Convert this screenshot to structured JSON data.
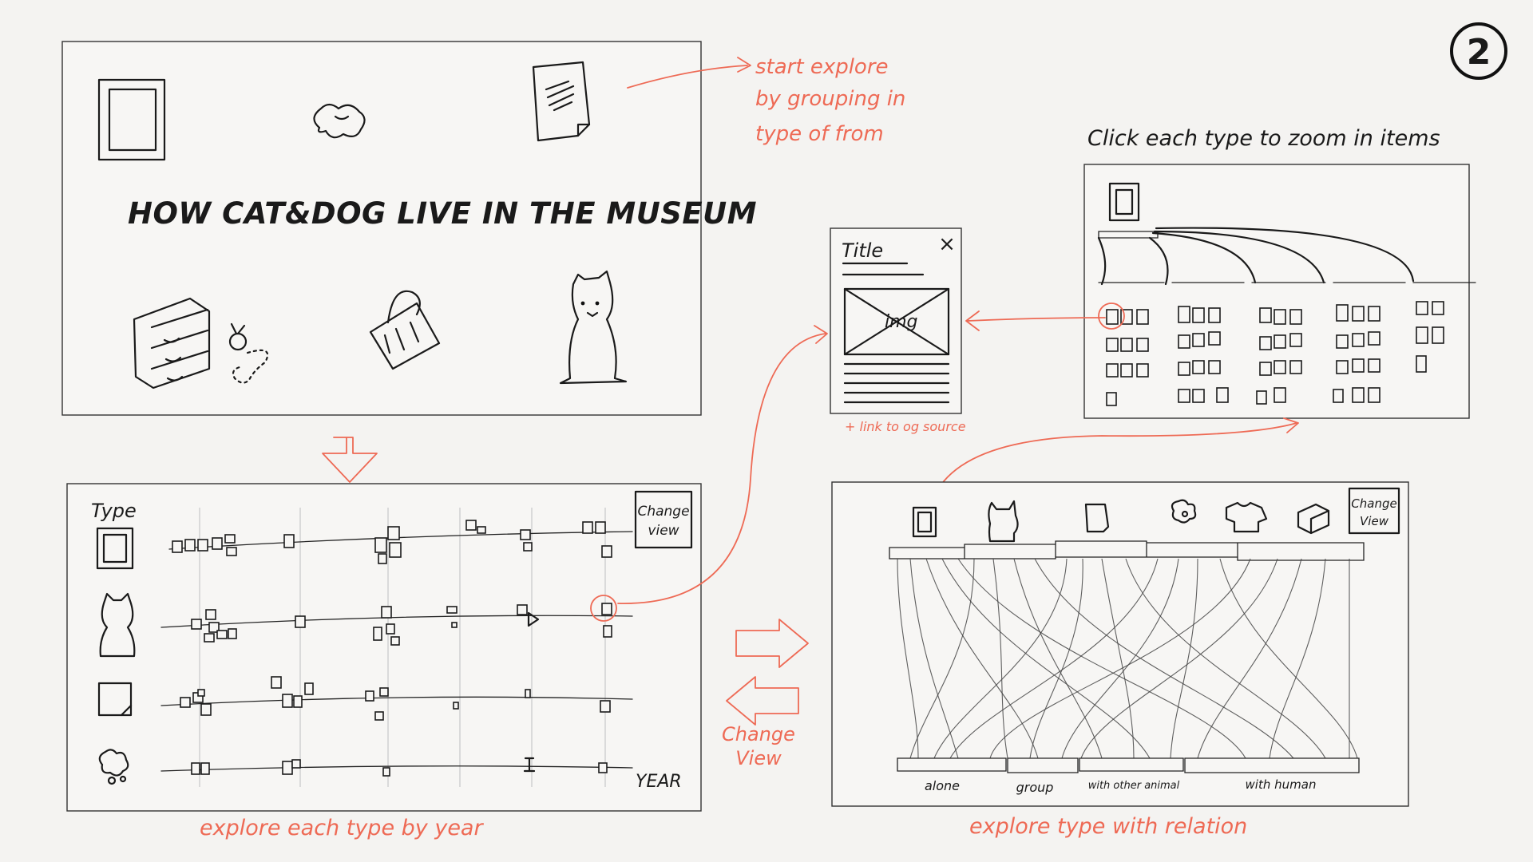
{
  "page_number": "2",
  "landing": {
    "title": "HOW CAT&DOG LIVE IN THE MUSEUM"
  },
  "annotations": {
    "start_explore": [
      "start explore",
      "by grouping in",
      "type of from"
    ],
    "click_type": "Click each type to zoom in items",
    "link_source": "+ link to og source",
    "explore_year": "explore   each type  by  year",
    "explore_relation": "explore  type  with relation",
    "change_view": [
      "Change",
      "View"
    ]
  },
  "detail_card": {
    "title": "Title",
    "img_label": "img",
    "close_label": "×"
  },
  "year_view": {
    "type_label": "Type",
    "year_label": "YEAR",
    "change_view_button": [
      "Change",
      "view"
    ]
  },
  "relation_view": {
    "change_view_button": [
      "Change",
      "View"
    ],
    "relations": [
      "alone",
      "group",
      "with other animal",
      "with human"
    ]
  },
  "colors": {
    "accent": "#ee6a55",
    "ink": "#1a1a1a",
    "paper": "#f4f3f1"
  },
  "icons": [
    "frame-icon",
    "cat-icon",
    "paper-icon",
    "flowers-icon",
    "shirt-icon",
    "box-icon",
    "dresser-icon",
    "bag-icon",
    "dog-icon"
  ]
}
